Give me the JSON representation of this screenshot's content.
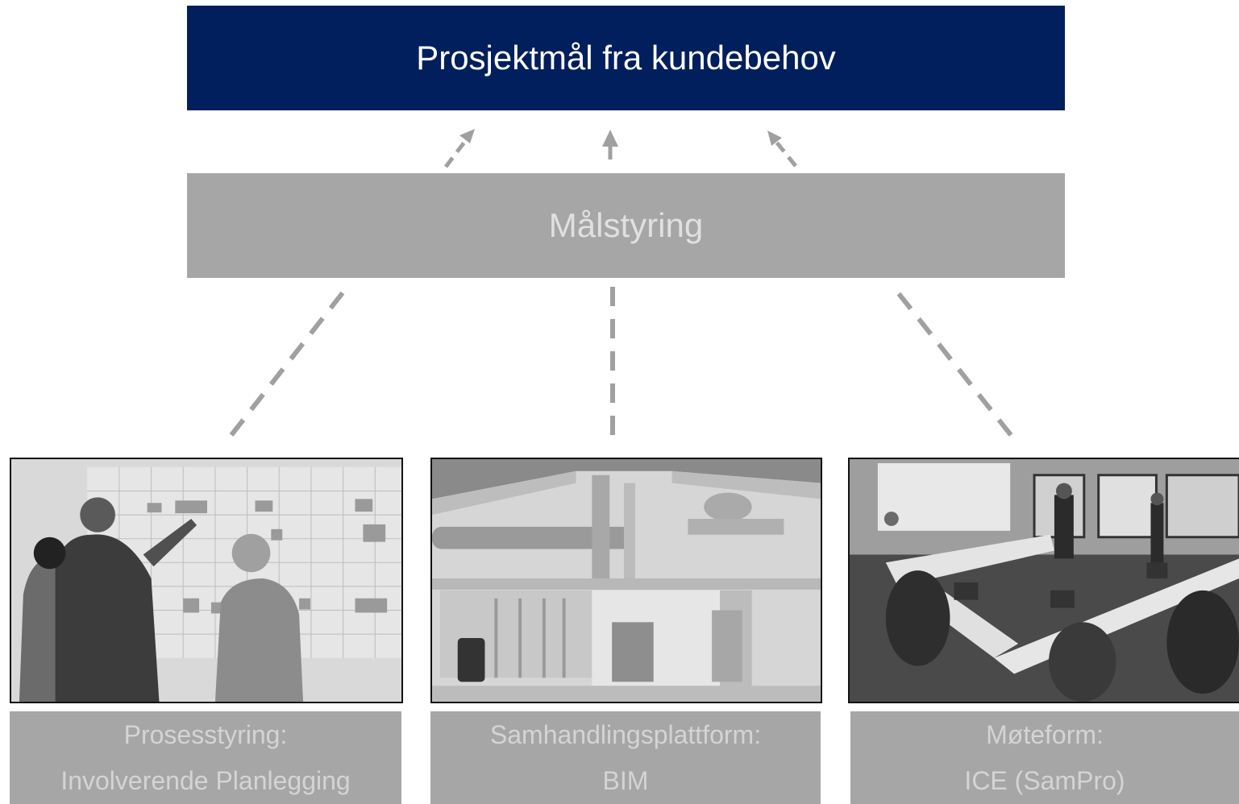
{
  "goal": {
    "label": "Prosjektmål fra kundebehov"
  },
  "steering": {
    "label": "Målstyring"
  },
  "pillars": [
    {
      "line1": "Prosesstyring:",
      "line2": "Involverende Planlegging",
      "photo": "planning-wall-photo"
    },
    {
      "line1": "Samhandlingsplattform:",
      "line2": "BIM",
      "photo": "bim-model-render"
    },
    {
      "line1": "Møteform:",
      "line2": "ICE (SamPro)",
      "photo": "ice-meeting-room-photo"
    }
  ],
  "colors": {
    "navy": "#001f5c",
    "gray_box": "#a6a6a6",
    "arrow": "#a0a0a0",
    "light_text": "#e0e0e0"
  }
}
